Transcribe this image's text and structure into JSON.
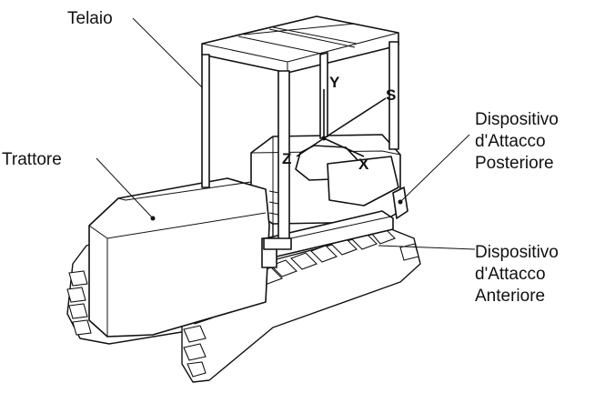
{
  "labels": {
    "telaio": "Telaio",
    "trattore": "Trattore",
    "posteriore": [
      "Dispositivo",
      "d'Attacco",
      "Posteriore"
    ],
    "anteriore": [
      "Dispositivo",
      "d'Attacco",
      "Anteriore"
    ]
  },
  "axes": {
    "y": "Y",
    "z": "Z",
    "x": "X",
    "s": "S"
  },
  "colors": {
    "ink": "#111111",
    "paper": "#ffffff"
  }
}
